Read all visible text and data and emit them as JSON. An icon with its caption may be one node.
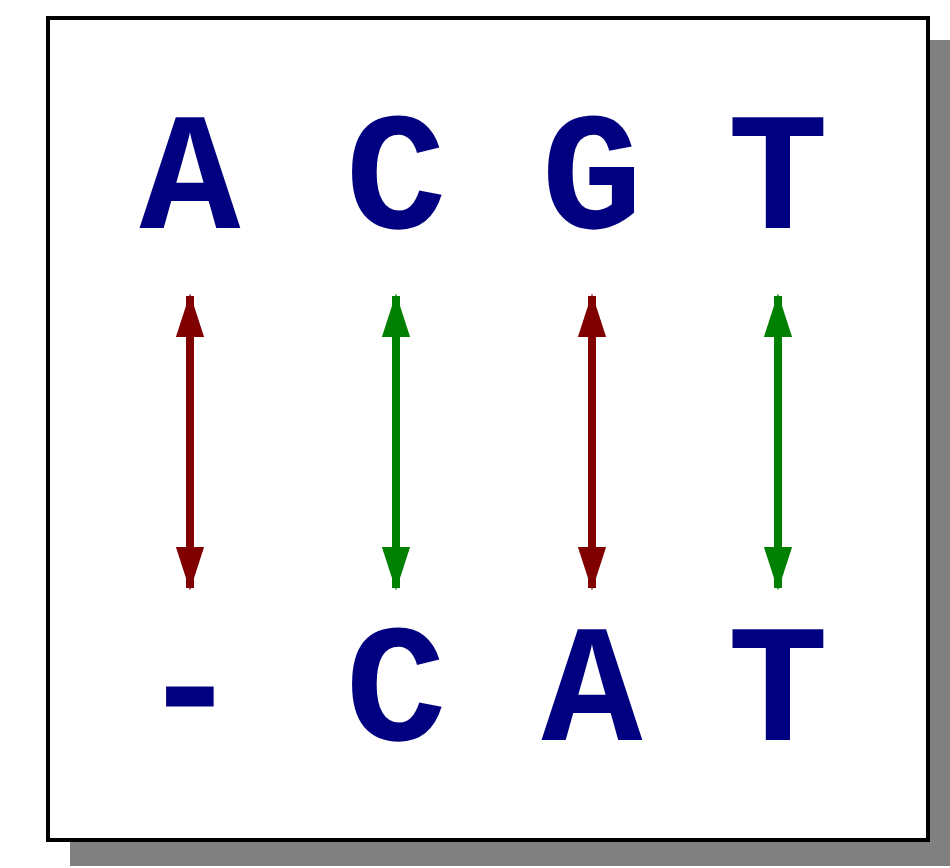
{
  "diagram": {
    "nodes": [
      {
        "text": [
          "A"
        ]
      },
      {
        "text": [
          "C"
        ]
      },
      {
        "text": [
          "G"
        ]
      },
      {
        "text": [
          "T"
        ]
      },
      {
        "text": [
          "-"
        ]
      },
      {
        "text": [
          "C"
        ]
      },
      {
        "text": [
          "A"
        ]
      },
      {
        "text": [
          "T"
        ]
      }
    ],
    "edges": [
      {
        "from": 0,
        "to": 4,
        "arrow": "both",
        "color": "#800000"
      },
      {
        "from": 1,
        "to": 5,
        "arrow": "both",
        "color": "#008000"
      },
      {
        "from": 2,
        "to": 6,
        "arrow": "both",
        "color": "#800000"
      },
      {
        "from": 3,
        "to": 7,
        "arrow": "both",
        "color": "#008000"
      }
    ]
  }
}
